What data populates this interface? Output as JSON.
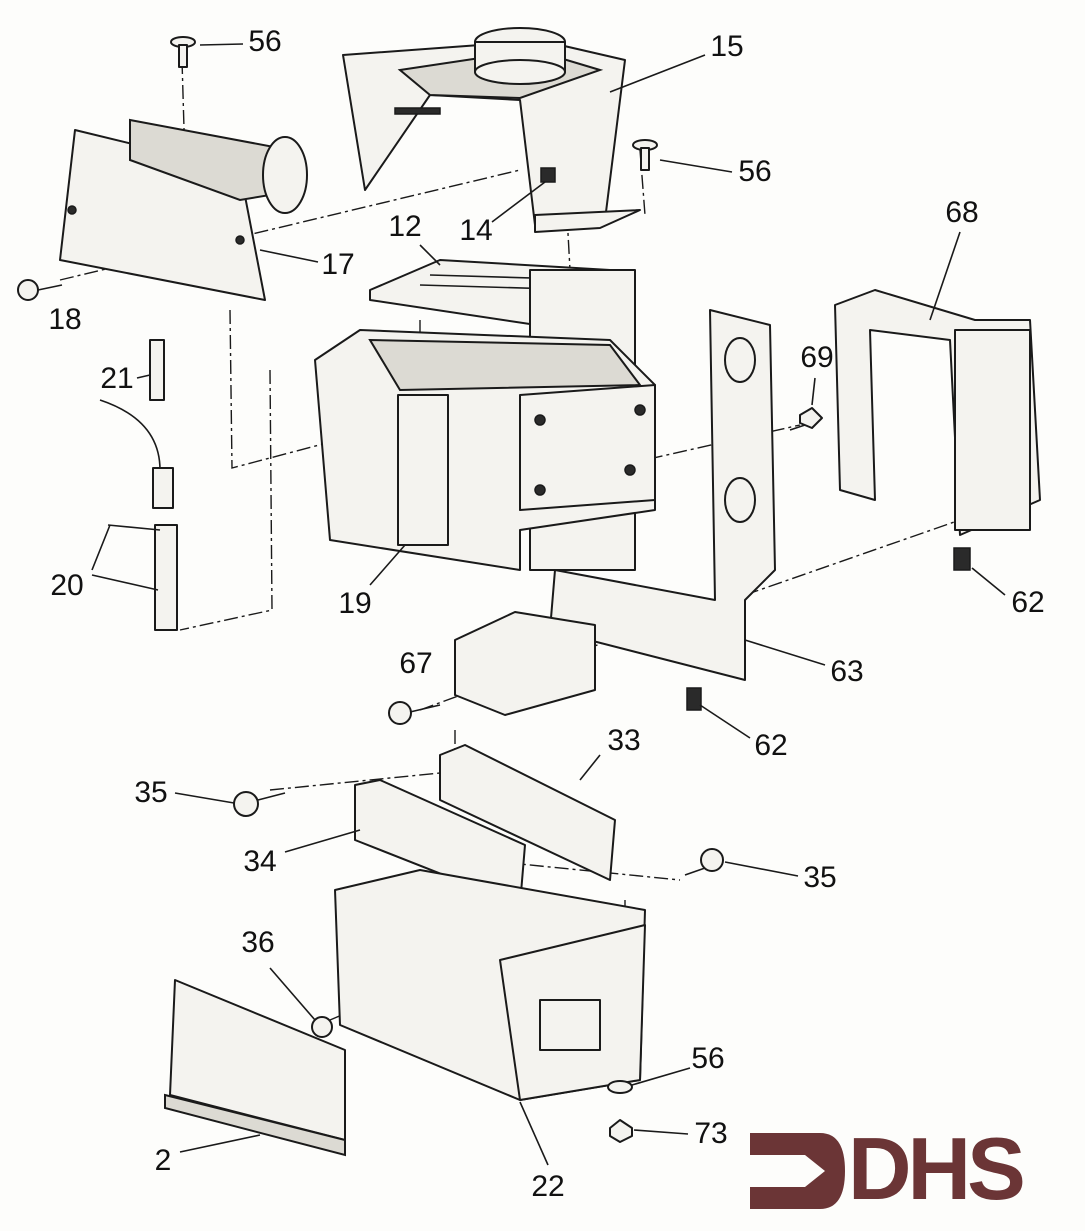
{
  "diagram": {
    "type": "exploded parts diagram",
    "labels": [
      "56",
      "15",
      "56",
      "14",
      "12",
      "17",
      "18",
      "21",
      "68",
      "69",
      "20",
      "19",
      "62",
      "67",
      "63",
      "62",
      "33",
      "35",
      "34",
      "35",
      "36",
      "56",
      "73",
      "2",
      "22"
    ]
  },
  "logo": {
    "text": "DHS",
    "color": "#6b3536"
  }
}
